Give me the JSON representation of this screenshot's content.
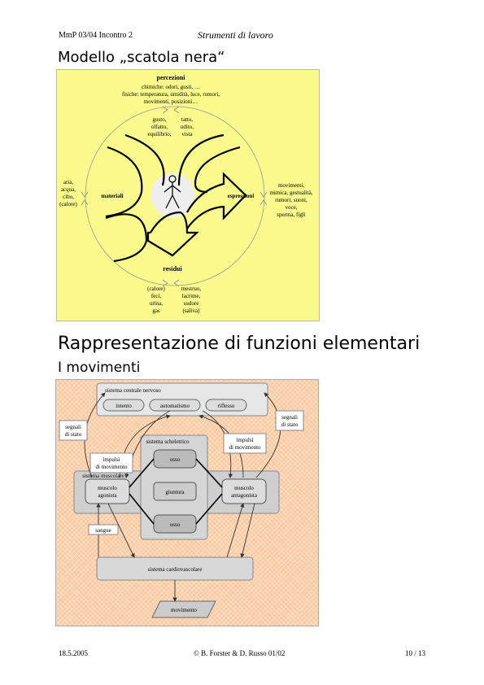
{
  "header": {
    "left": "MmP 03/04  Incontro 2",
    "title": "Strumenti di lavoro"
  },
  "section1": {
    "title": "Modello „scatola nera“"
  },
  "fig1": {
    "percezioni_title": "percezioni",
    "percezioni_lines": [
      "chimiche: odori, gusti, …",
      "fisiche: temperatura, umidità, luce, rumori,",
      "movimenti, posizioni…"
    ],
    "senses_left": [
      "gusto,",
      "olfatto,",
      "equilibrio,"
    ],
    "senses_right": [
      "tatto,",
      "udito,",
      "vista"
    ],
    "left_lines": [
      "aria,",
      "acqua,",
      "cibo,",
      "(calore)"
    ],
    "materiali": "materiali",
    "espressioni": "espressioni",
    "right_lines": [
      "movimenti,",
      "mimica, gestualità,",
      "rumori, suoni,",
      "voce,",
      "sperma, figli"
    ],
    "residui": "residui",
    "residui_left": [
      "(calore)",
      "feci,",
      "urina,",
      "gas"
    ],
    "residui_right": [
      "mestruo,",
      "lacrime,",
      "sudore",
      "(saliva)"
    ]
  },
  "section2": {
    "title": "Rappresentazione di funzioni elementari",
    "subtitle": "I movimenti"
  },
  "fig2": {
    "snc": "sistema centrale nervoso",
    "intento": "intento",
    "automatismo": "automatismo",
    "riflesso": "riflesso",
    "segnali_left": [
      "segnali",
      "di stato"
    ],
    "segnali_right": [
      "segnali",
      "di stato"
    ],
    "impulsi_left": [
      "impulsi",
      "di movimento"
    ],
    "impulsi_right": [
      "impulsi",
      "di movimento"
    ],
    "scheletrico": "sistema scheletrico",
    "osso_top": "osso",
    "giuntura": "giuntura",
    "osso_bottom": "osso",
    "muscolare": "sistema muscolare",
    "agonista": [
      "muscolo",
      "agonista"
    ],
    "antagonista": [
      "muscolo",
      "antagonista"
    ],
    "sangue": "sangue",
    "cardio": "sistema cardiovascolare",
    "movimento": "movimento"
  },
  "footer": {
    "left": "18.5.2005",
    "center": "© B. Forster & D. Russo 01/02",
    "right": "10 / 13"
  }
}
